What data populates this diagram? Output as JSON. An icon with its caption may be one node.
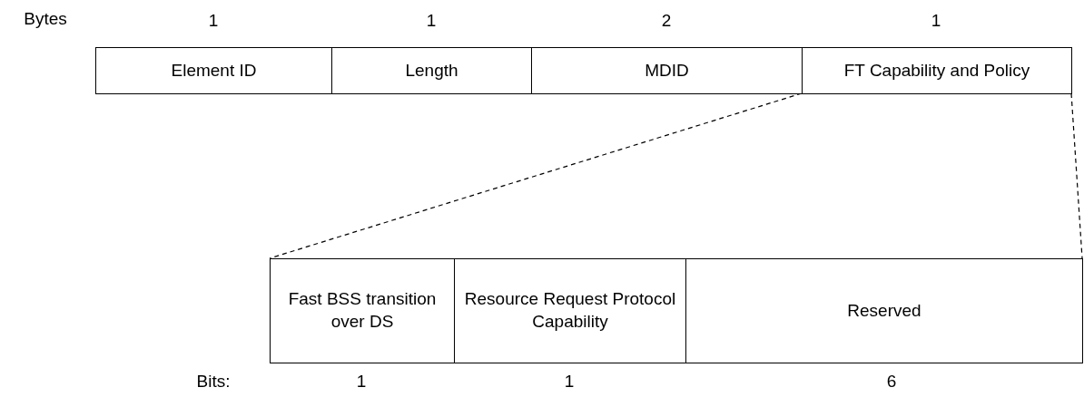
{
  "diagram": {
    "nodes": [
      {
        "text": [
          "Element ID"
        ]
      },
      {
        "text": [
          "Length"
        ]
      },
      {
        "text": [
          "MDID"
        ]
      },
      {
        "text": [
          "FT Capability and Policy"
        ]
      },
      {
        "text": [
          "Fast BSS transition over DS"
        ]
      },
      {
        "text": [
          "Resource Request Protocol Capability"
        ]
      },
      {
        "text": [
          "Reserved"
        ]
      }
    ],
    "edges": [
      {
        "from": 3,
        "to": 4,
        "arrow": "none",
        "style": "dashed"
      },
      {
        "from": 3,
        "to": 6,
        "arrow": "none",
        "style": "dashed"
      }
    ],
    "labels": [
      "Bytes",
      "1",
      "1",
      "2",
      "1",
      "Bits:",
      "1",
      "1",
      "6"
    ]
  }
}
